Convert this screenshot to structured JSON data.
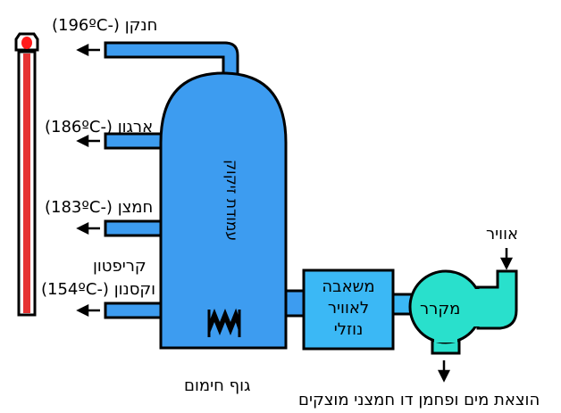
{
  "outputs": [
    {
      "name": "חנקן",
      "temp": "(-196ºC)"
    },
    {
      "name": "ארגון",
      "temp": "(-186ºC)"
    },
    {
      "name": "חמצן",
      "temp": "(-183ºC)"
    },
    {
      "name_line1": "קריפטון",
      "name_line2": "וקסנון",
      "temp": "(-154ºC)"
    }
  ],
  "column_label": "עמודת זיקוק",
  "heater_label": "גוף חימום",
  "pump_label_lines": [
    "משאבה",
    "לאוויר",
    "נוזלי"
  ],
  "cooler_label": "מקרר",
  "air_label": "אוויר",
  "removal_label": "הוצאת מים ופחמן דו חמצני מוצקים",
  "colors": {
    "column": "#3d9cf0",
    "pump": "#3bb8f5",
    "cooler": "#29e0cc",
    "outline": "#000000",
    "thermo_bulb": "#ff0000"
  }
}
